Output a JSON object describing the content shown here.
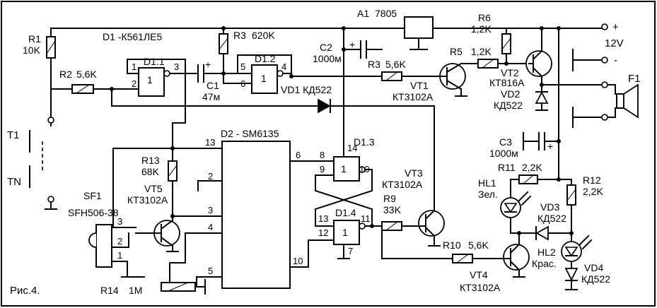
{
  "figure_label": "Рис.4.",
  "supply": {
    "plus": "+",
    "minus": "-",
    "voltage": "12V"
  },
  "components": {
    "R1": {
      "ref": "R1",
      "value": "10K"
    },
    "R2": {
      "ref": "R2",
      "value": "5,6K"
    },
    "R3a": {
      "ref": "R3",
      "value": "620K"
    },
    "R3b": {
      "ref": "R3",
      "value": "5,6K"
    },
    "R5": {
      "ref": "R5",
      "value": "1,2K"
    },
    "R6": {
      "ref": "R6",
      "value": "1,2K"
    },
    "R9": {
      "ref": "R9",
      "value": "33K"
    },
    "R10": {
      "ref": "R10",
      "value": "5,6K"
    },
    "R11": {
      "ref": "R11",
      "value": "2,2K"
    },
    "R12": {
      "ref": "R12",
      "value": "2,2K"
    },
    "R13": {
      "ref": "R13",
      "value": "68K"
    },
    "R14": {
      "ref": "R14",
      "value": "1M"
    },
    "C1": {
      "ref": "C1",
      "value": "47м"
    },
    "C2": {
      "ref": "C2",
      "value": "1000м"
    },
    "C3": {
      "ref": "C3",
      "value": "1000м"
    },
    "D1": {
      "text": "D1 -К561ЛЕ5"
    },
    "D2": {
      "text": "D2 - SM6135"
    },
    "D1_1": "D1.1",
    "D1_2": "D1.2",
    "D1_3": "D1.3",
    "D1_4": "D1.4",
    "A1": {
      "ref": "A1",
      "value": "7805"
    },
    "VT1": {
      "ref": "VT1",
      "type": "КТ3102А"
    },
    "VT2": {
      "ref": "VT2",
      "type": "КТ816А"
    },
    "VT3": {
      "ref": "VT3",
      "type": "КТ3102А"
    },
    "VT4": {
      "ref": "VT4",
      "type": "КТ3102А"
    },
    "VT5": {
      "ref": "VT5",
      "type": "КТ3102А"
    },
    "VD1": {
      "text": "VD1 КД522"
    },
    "VD2": {
      "ref": "VD2",
      "type": "КД522"
    },
    "VD3": {
      "ref": "VD3",
      "type": "КД522"
    },
    "VD4": {
      "ref": "VD4",
      "type": "КД522"
    },
    "HL1": {
      "ref": "HL1",
      "color": "Зел."
    },
    "HL2": {
      "ref": "HL2",
      "color": "Крас."
    },
    "SF1": {
      "ref": "SF1",
      "type": "SFH506-38"
    },
    "F1": "F1",
    "T1": "T1",
    "TN": "TN",
    "gate_symbol": "1",
    "plus_mark": "+"
  },
  "pins": {
    "d11_in1": "1",
    "d11_in2": "2",
    "d11_out": "3",
    "d12_in1": "5",
    "d12_in2": "6",
    "d12_out": "4",
    "d13_in1": "8",
    "d13_in2": "9",
    "d13_out": "10",
    "d13_vdd": "14",
    "d14_in1": "13",
    "d14_in2": "12",
    "d14_out": "11",
    "d14_gnd": "7",
    "d2_13": "13",
    "d2_2": "2",
    "d2_3": "3",
    "d2_4": "4",
    "d2_5": "5",
    "d2_6": "6",
    "d2_10": "10",
    "sf_3": "3",
    "sf_2": "2",
    "sf_1": "1"
  }
}
